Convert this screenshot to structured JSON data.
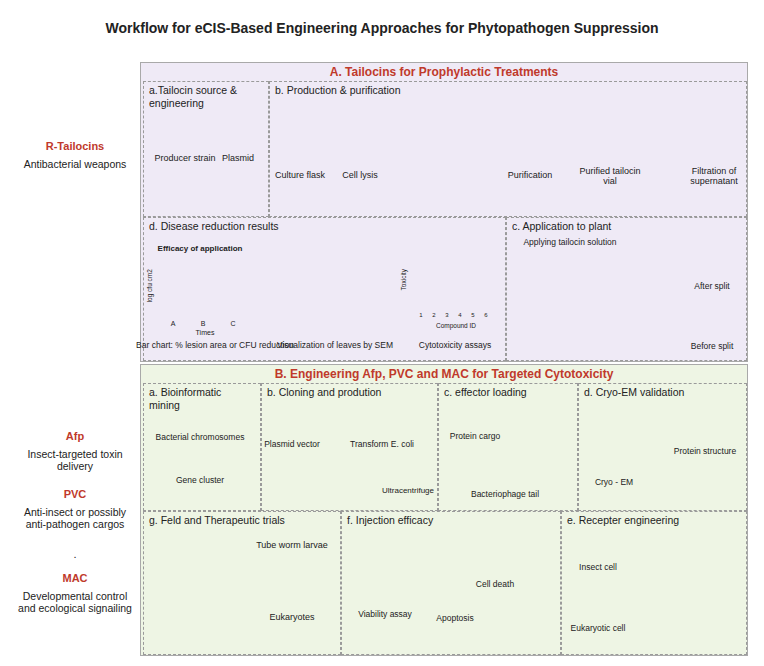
{
  "diagram": {
    "title": "Workflow for eCIS-Based Engineering Approaches for Phytopathogen Suppression",
    "nodes": [
      {
        "text": [
          "A. Tailocins for Prophylactic Treatments"
        ]
      },
      {
        "text": [
          "a.Tailocin source & engineering"
        ],
        "in": 0
      },
      {
        "text": [
          "b. Production & purification"
        ],
        "in": 0
      },
      {
        "text": [
          "d. Disease reduction results"
        ],
        "in": 0
      },
      {
        "text": [
          "c. Application to plant"
        ],
        "in": 0
      },
      {
        "text": [
          "B. Engineering Afp, PVC and MAC for Targeted Cytotoxicity"
        ]
      },
      {
        "text": [
          "a. Bioinformatic mining"
        ],
        "in": 5
      },
      {
        "text": [
          "b. Cloning and prodution"
        ],
        "in": 5
      },
      {
        "text": [
          "c. effector loading"
        ],
        "in": 5
      },
      {
        "text": [
          "d. Cryo-EM validation"
        ],
        "in": 5
      },
      {
        "text": [
          "g. Feld and Therapeutic trials"
        ],
        "in": 5
      },
      {
        "text": [
          "f. Injection efficacy"
        ],
        "in": 5
      },
      {
        "text": [
          "e. Recepter engineering"
        ],
        "in": 5
      }
    ],
    "labels": [
      "R-Tailocins",
      "Antibacterial weapons",
      "Afp",
      "Insect-targeted toxin delivery",
      "PVC",
      "Anti-insect or possibly anti-pathogen cargos",
      ".",
      "MAC",
      "Developmental control and ecological signailing",
      "Producer strain",
      "Plasmid",
      "Culture flask",
      "Cell lysis",
      "Purification",
      "Purified tailocin vial",
      "Filtration of supernatant",
      "Efficacy of application",
      "log cfu cm2",
      "A",
      "B",
      "C",
      "Times",
      "Bar chart: % lesion area or CFU reduction",
      "Visualization of leaves by SEM",
      "Cytotoxicity assays",
      "Toxicity",
      "1",
      "2",
      "3",
      "4",
      "5",
      "6",
      "Compound ID",
      "Applying tailocin solution",
      "After split",
      "Before split",
      "Bacterial chromosomes",
      "Gene cluster",
      "Plasmid vector",
      "Transform E. coli",
      "Ultracentrifuge",
      "Protein cargo",
      "Bacteriophage tail",
      "Cryo - EM",
      "Protein structure",
      "Tube worm larvae",
      "Eukaryotes",
      "Viability assay",
      "Apoptosis",
      "Cell death",
      "Insect cell",
      "Eukaryotic cell"
    ]
  }
}
